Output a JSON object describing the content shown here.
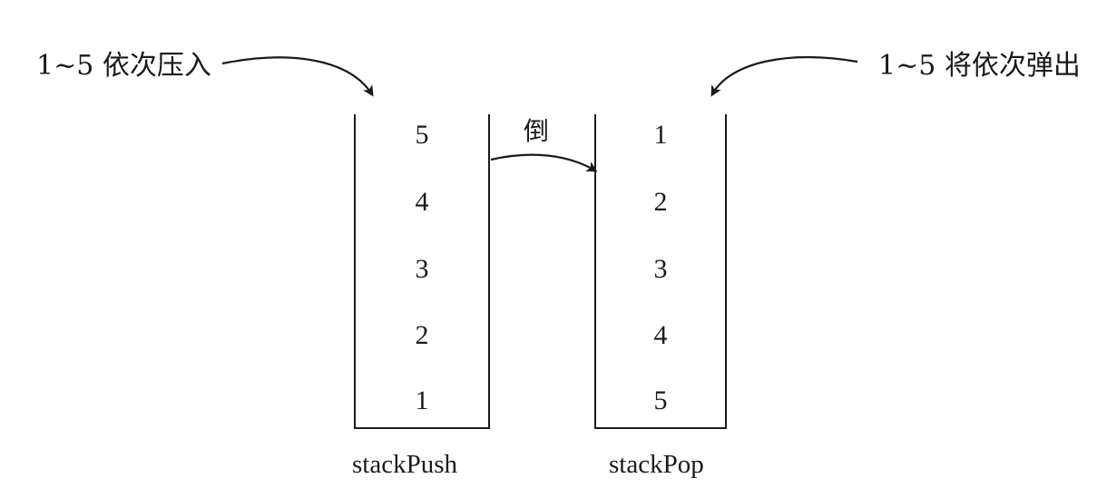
{
  "labels": {
    "push_desc": "1~5 依次压入",
    "pop_desc": "1~5 将依次弹出",
    "transfer": "倒"
  },
  "stacks": {
    "push": {
      "name": "stackPush",
      "items_top_to_bottom": [
        "5",
        "4",
        "3",
        "2",
        "1"
      ]
    },
    "pop": {
      "name": "stackPop",
      "items_top_to_bottom": [
        "1",
        "2",
        "3",
        "4",
        "5"
      ]
    }
  },
  "colors": {
    "ink": "#1a1a1a",
    "background": "#ffffff"
  }
}
